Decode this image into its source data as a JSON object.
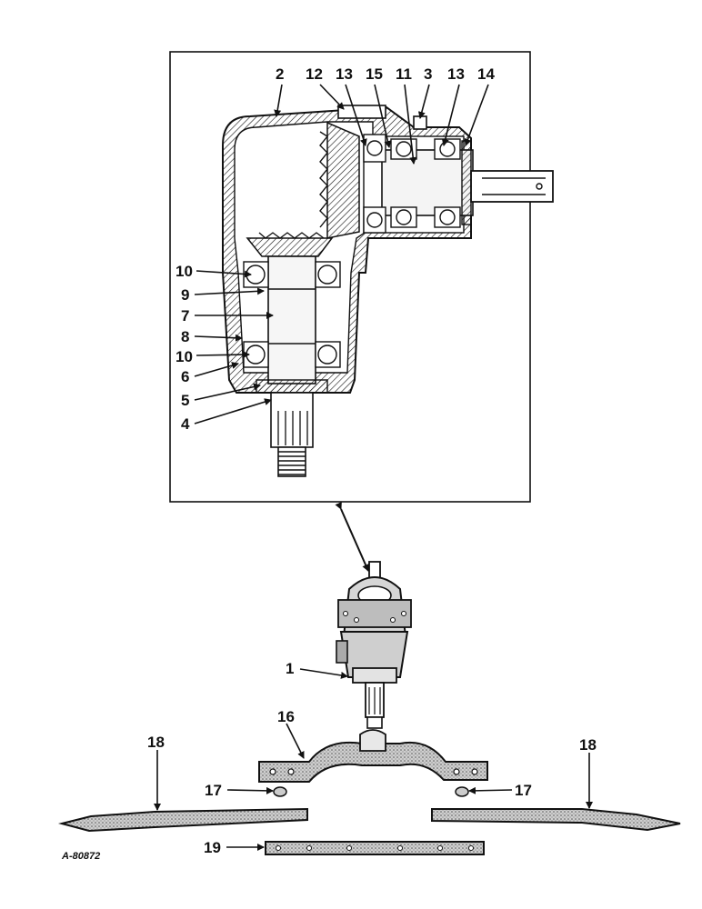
{
  "drawing_ref": "A-80872",
  "callouts": {
    "c1": "1",
    "c2": "2",
    "c3": "3",
    "c4": "4",
    "c5": "5",
    "c6": "6",
    "c7": "7",
    "c8": "8",
    "c9": "9",
    "c10": "10",
    "c11": "11",
    "c12": "12",
    "c13": "13",
    "c14": "14",
    "c15": "15",
    "c16": "16",
    "c17": "17",
    "c18": "18",
    "c19": "19"
  }
}
